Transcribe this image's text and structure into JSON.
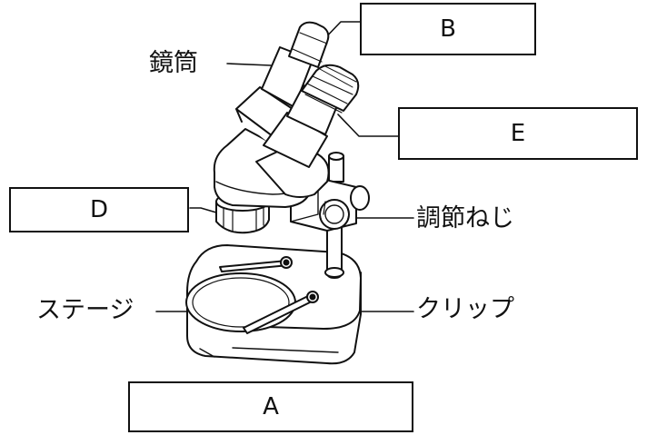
{
  "answer_boxes": {
    "A": "A",
    "B": "B",
    "D": "D",
    "E": "E"
  },
  "labels": {
    "tube": "鏡筒",
    "knob": "調節ねじ",
    "stage": "ステージ",
    "clip": "クリップ"
  }
}
